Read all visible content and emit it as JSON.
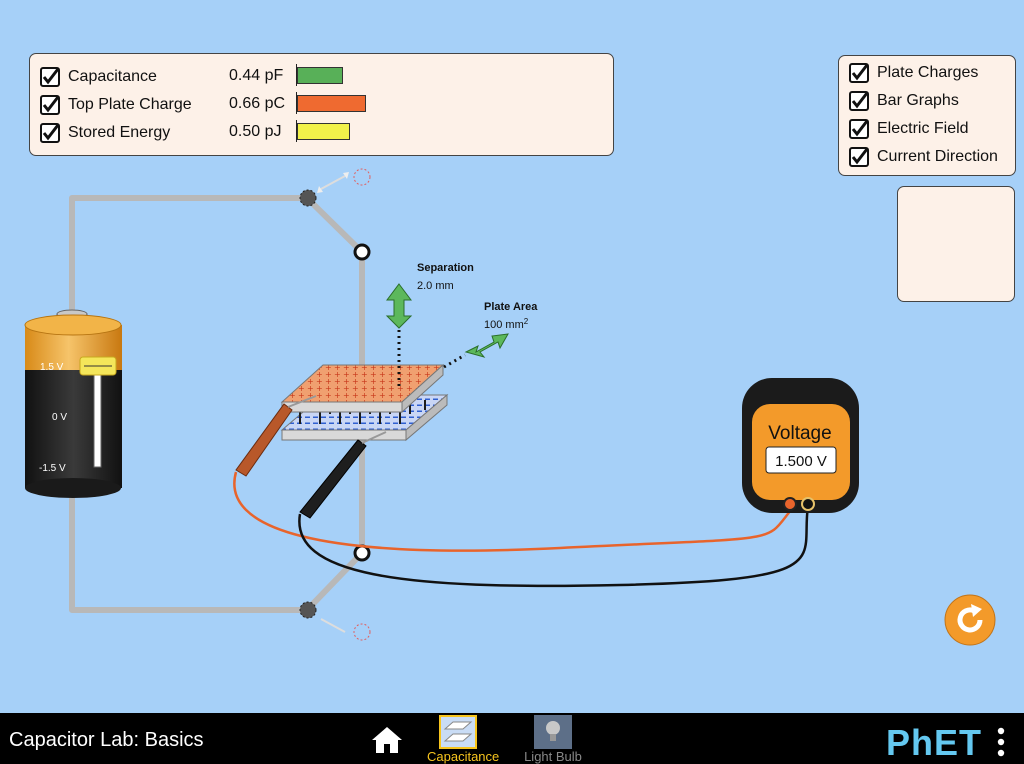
{
  "meters": [
    {
      "label": "Capacitance",
      "value": "0.44 pF",
      "color": "#58b058",
      "fill": 0.44
    },
    {
      "label": "Top Plate Charge",
      "value": "0.66 pC",
      "color": "#ef6a30",
      "fill": 0.66
    },
    {
      "label": "Stored Energy",
      "value": "0.50 pJ",
      "color": "#f2f24a",
      "fill": 0.5
    }
  ],
  "options": [
    {
      "label": "Plate Charges"
    },
    {
      "label": "Bar Graphs"
    },
    {
      "label": "Electric Field"
    },
    {
      "label": "Current Direction"
    }
  ],
  "battery": {
    "top": "1.5 V",
    "mid": "0 V",
    "bottom": "-1.5 V",
    "level": 1.5
  },
  "separation": {
    "label": "Separation",
    "value": "2.0 mm"
  },
  "plate_area": {
    "label": "Plate Area",
    "value": "100 mm",
    "sup": "2"
  },
  "voltmeter": {
    "title": "Voltage",
    "reading": "1.500 V"
  },
  "nav": {
    "title": "Capacitor Lab: Basics",
    "tabs": [
      {
        "label": "Capacitance",
        "selected": true
      },
      {
        "label": "Light Bulb",
        "selected": false
      }
    ],
    "brand": "PhET"
  },
  "colors": {
    "background": "#a6d0f8",
    "accent": "#f7c51e",
    "wire": "#b8b8b8",
    "positive": "#e35a2a",
    "negative": "#3d6fd6"
  }
}
